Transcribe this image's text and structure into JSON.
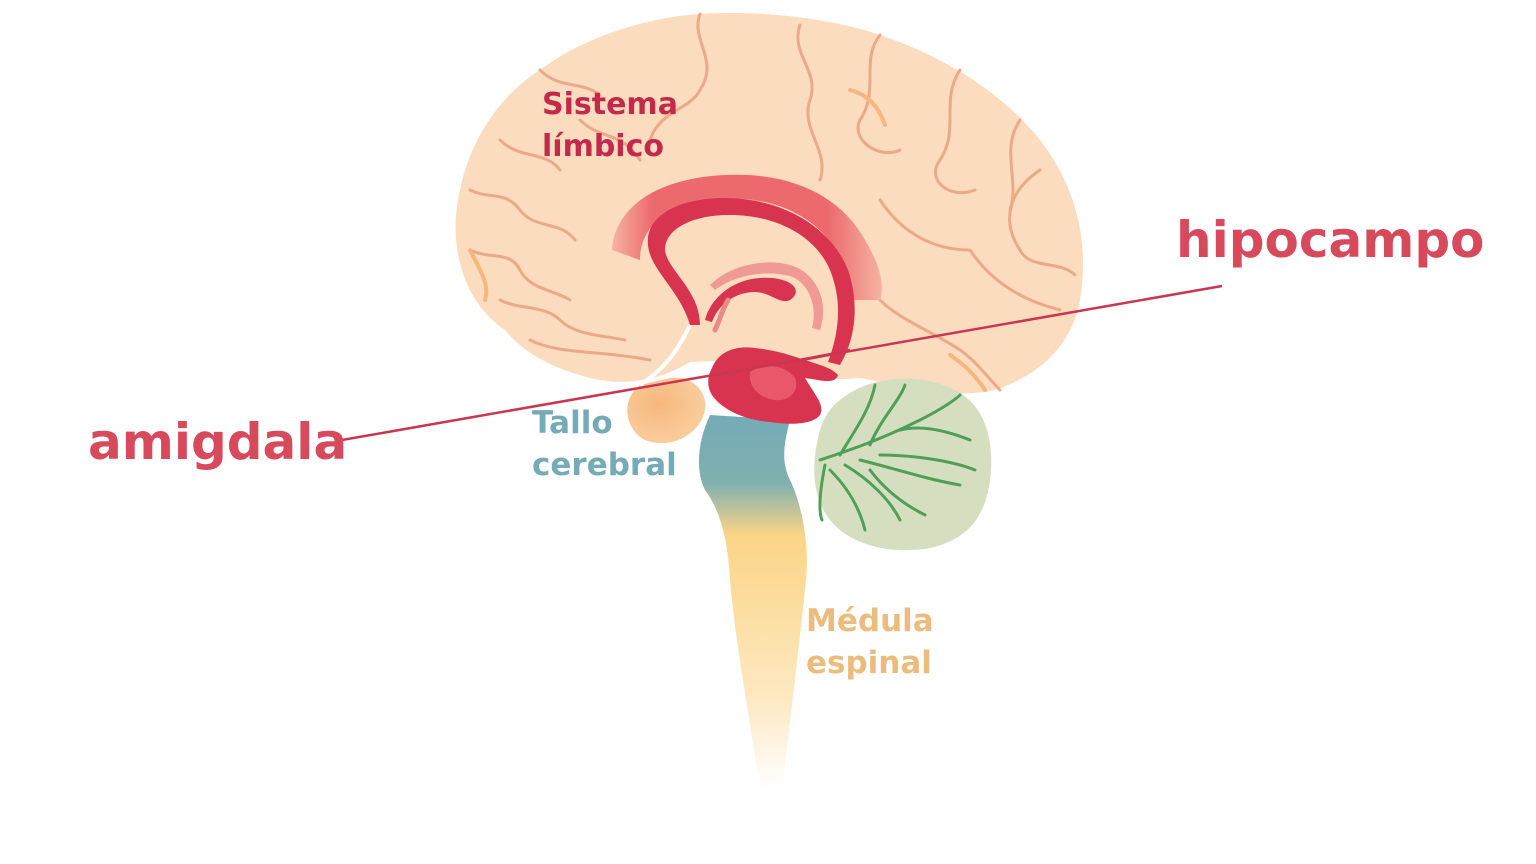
{
  "title": "Diagrama del cerebro — sistema límbico",
  "labels": {
    "sistema_limbico": [
      "Sistema",
      "límbico"
    ],
    "hipocampo": "hipocampo",
    "amigdala": "amigdala",
    "tallo_cerebral": [
      "Tallo",
      "cerebral"
    ],
    "medula_espinal": [
      "Médula",
      "espinal"
    ]
  },
  "colors": {
    "brain_fill": "#fcdcbf",
    "brain_sulci": "#eba98a",
    "limbic": "#d8334f",
    "limbic_light": "#ec6a6e",
    "label_red": "#d64a5c",
    "label_limbic": "#c2294b",
    "brainstem": "#74abb6",
    "spinal": "#fbd98a",
    "cerebellum_fill": "#d5dfbf",
    "cerebellum_veins": "#4f9e5a",
    "pointer_line": "#c9364f"
  },
  "pointer": {
    "connects": [
      "amigdala",
      "hipocampo"
    ]
  }
}
